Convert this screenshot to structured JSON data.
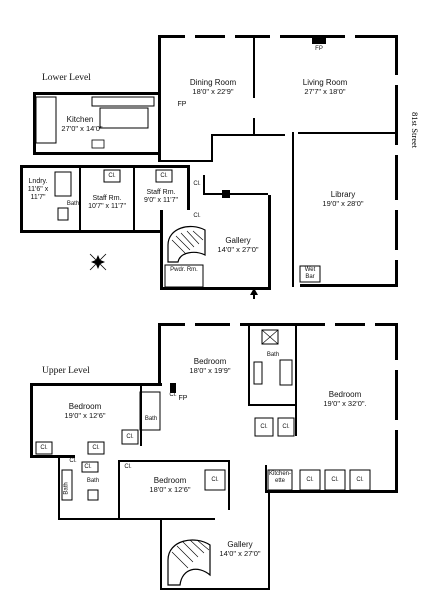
{
  "levels": {
    "lower_label": "Lower Level",
    "upper_label": "Upper Level"
  },
  "street_label": "81st Street",
  "lower_rooms": {
    "dining": {
      "name": "Dining Room",
      "dims": "18'0\" x 22'9\""
    },
    "living": {
      "name": "Living Room",
      "dims": "27'7\" x 18'0\""
    },
    "kitchen": {
      "name": "Kitchen",
      "dims": "27'0\" x 14'0\""
    },
    "library": {
      "name": "Library",
      "dims": "19'0\" x 28'0\""
    },
    "laundry": {
      "name": "Lndry.",
      "dims1": "11'6\" x",
      "dims2": "11'7\""
    },
    "staff1": {
      "name": "Staff Rm.",
      "dims": "10'7\" x 11'7\""
    },
    "staff2": {
      "name": "Staff Rm.",
      "dims": "9'0\" x 11'7\""
    },
    "gallery": {
      "name": "Gallery",
      "dims": "14'0\" x 27'0\""
    },
    "powder": {
      "name": "Pwdr. Rm."
    },
    "bath": "Bath",
    "fp": "FP",
    "fp_small": "FP",
    "wet_bar1": "Wet",
    "wet_bar2": "Bar",
    "closets": [
      "Cl.",
      "Cl.",
      "Cl.",
      "Cl."
    ]
  },
  "upper_rooms": {
    "bedroom_center": {
      "name": "Bedroom",
      "dims": "18'0\" x 19'9\""
    },
    "bedroom_right": {
      "name": "Bedroom",
      "dims": "19'0\" x 32'0\"."
    },
    "bedroom_left": {
      "name": "Bedroom",
      "dims": "19'0\" x 12'6\""
    },
    "bedroom_lower": {
      "name": "Bedroom",
      "dims": "18'0\" x 12'6\""
    },
    "gallery": {
      "name": "Gallery",
      "dims": "14'0\" x 27'0\""
    },
    "kitchenette1": "Kitchen-",
    "kitchenette2": "ette",
    "bath": "Bath",
    "fp": "FP",
    "closets": [
      "Cl.",
      "Cl.",
      "Cl.",
      "Cl.",
      "Cl.",
      "Cl.",
      "Cl.",
      "Cl.",
      "Cl.",
      "Cl.",
      "Cl.",
      "Cl.",
      "Cl."
    ]
  }
}
